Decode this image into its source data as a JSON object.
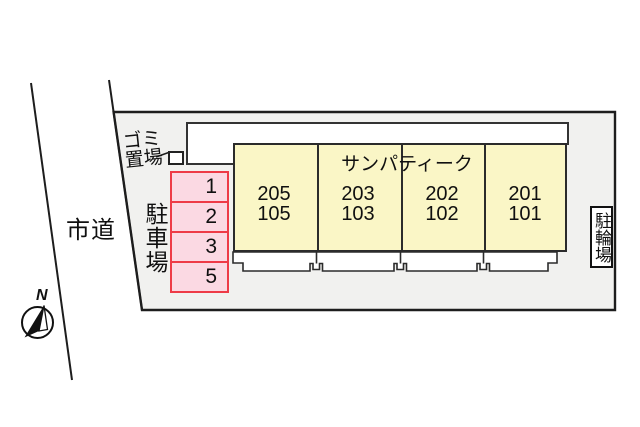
{
  "labels": {
    "road": "市道",
    "north": "N",
    "garbage_line1": "ゴミ",
    "garbage_line2": "置場",
    "parking": "駐車場",
    "bicycle": "駐輪場",
    "building_name": "サンパティーク"
  },
  "parking_spaces": [
    "1",
    "2",
    "3",
    "5"
  ],
  "units": [
    {
      "upper": "205",
      "lower": "105"
    },
    {
      "upper": "203",
      "lower": "103"
    },
    {
      "upper": "202",
      "lower": "102"
    },
    {
      "upper": "201",
      "lower": "101"
    }
  ],
  "colors": {
    "site_fill": "#f1f1ef",
    "building_fill": "#faf6c6",
    "parking_fill": "#fbd9e3",
    "parking_border": "#ee3b47",
    "outline": "#1d1d1d"
  }
}
